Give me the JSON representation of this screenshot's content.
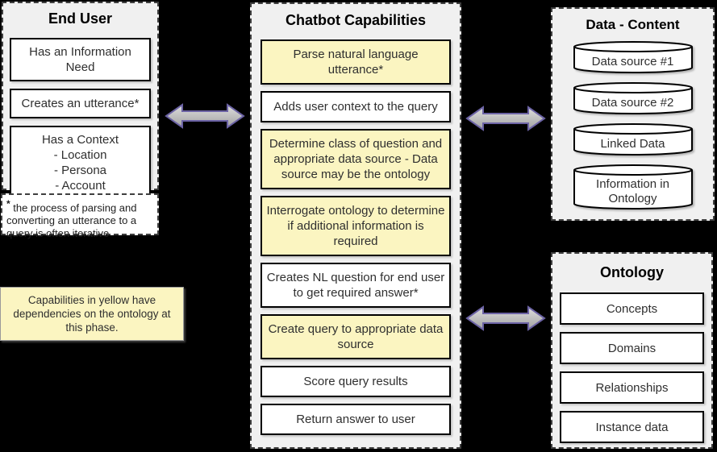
{
  "colors": {
    "background": "#000000",
    "panel_bg": "#f0f0f0",
    "box_bg": "#ffffff",
    "highlight_yellow": "#fbf5c1",
    "box_border": "#000000",
    "arrow_fill_light": "#dedede",
    "arrow_fill_dark": "#a2a2a2",
    "arrow_stroke": "#6c63a5"
  },
  "end_user": {
    "title": "End User",
    "info_need": "Has an Information Need",
    "utterance": "Creates an utterance*",
    "context_lines": [
      "Has a Context",
      "- Location",
      "- Persona",
      "- Account"
    ]
  },
  "parsing_note": {
    "star": "*",
    "text": " the process of parsing and converting an utterance to a query is often iterative"
  },
  "yellow_note": {
    "text": "Capabilities in yellow have dependencies on the ontology at this phase."
  },
  "chatbot": {
    "title": "Chatbot Capabilities",
    "items": [
      {
        "label": "Parse natural language utterance*",
        "highlighted": true
      },
      {
        "label": "Adds user context to the query",
        "highlighted": false
      },
      {
        "label": "Determine class of question and appropriate data source - Data source may be the ontology",
        "highlighted": true
      },
      {
        "label": "Interrogate ontology to determine if additional information is required",
        "highlighted": true
      },
      {
        "label": "Creates NL question for end user to get required answer*",
        "highlighted": false
      },
      {
        "label": "Create query to appropriate data source",
        "highlighted": true
      },
      {
        "label": "Score query results",
        "highlighted": false
      },
      {
        "label": "Return answer to user",
        "highlighted": false
      }
    ]
  },
  "data_content": {
    "title": "Data - Content",
    "items": [
      "Data source #1",
      "Data source #2",
      "Linked Data",
      "Information in Ontology"
    ]
  },
  "ontology": {
    "title": "Ontology",
    "items": [
      "Concepts",
      "Domains",
      "Relationships",
      "Instance data"
    ]
  },
  "arrows": [
    {
      "name": "end-user-to-chatbot"
    },
    {
      "name": "chatbot-to-data-content"
    },
    {
      "name": "chatbot-to-ontology"
    }
  ]
}
